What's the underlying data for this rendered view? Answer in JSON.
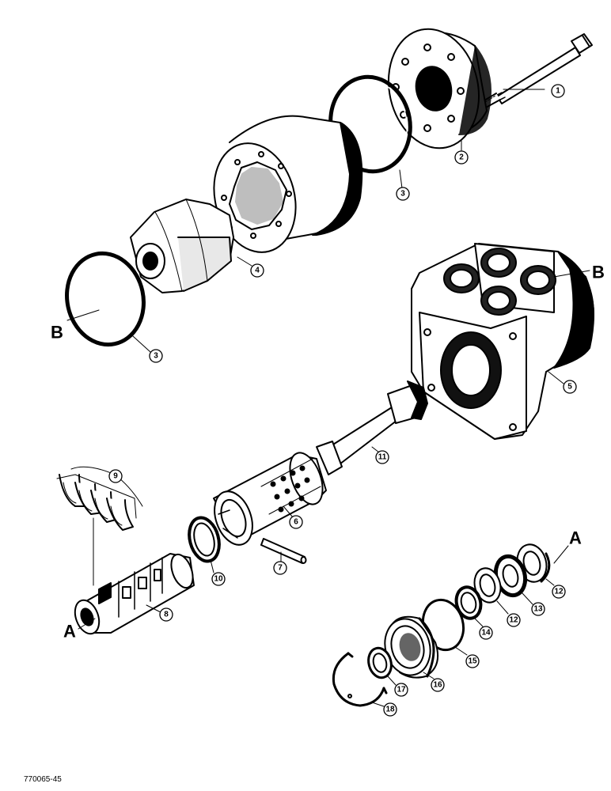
{
  "figure_code": "770065-45",
  "section_letters": {
    "a": "A",
    "b": "B"
  },
  "callouts": {
    "bolt": "1",
    "end_cap": "2",
    "seal_ring_upper": "3",
    "seal_ring_lower": "3",
    "gerotor_set": "4",
    "housing": "5",
    "sleeve": "6",
    "pin": "7",
    "spool": "8",
    "centering_springs": "9",
    "ring": "10",
    "drive": "11",
    "bearing_race_outer": "12",
    "bearing_race_inner": "12",
    "thrust_bearing": "13",
    "seal": "14",
    "o_ring": "15",
    "seal_gland_bushing": "16",
    "dust_seal": "17",
    "retaining_ring": "18"
  }
}
